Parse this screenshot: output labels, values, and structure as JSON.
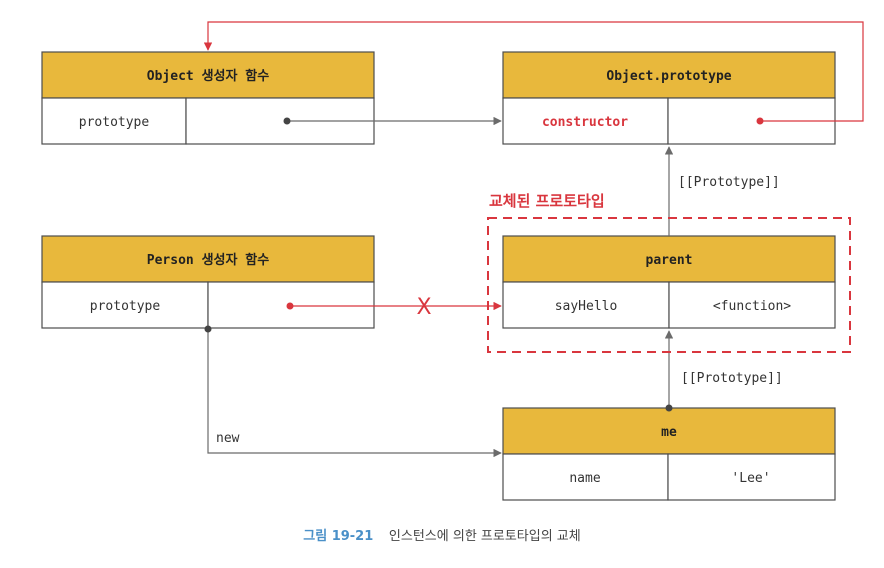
{
  "boxes": {
    "object_ctor": {
      "title": "Object 생성자 함수",
      "cells": [
        "prototype",
        ""
      ]
    },
    "object_proto": {
      "title": "Object.prototype",
      "cells": [
        "constructor",
        ""
      ]
    },
    "person_ctor": {
      "title": "Person 생성자 함수",
      "cells": [
        "prototype",
        ""
      ]
    },
    "parent": {
      "title": "parent",
      "cells": [
        "sayHello",
        "<function>"
      ]
    },
    "me": {
      "title": "me",
      "cells": [
        "name",
        "'Lee'"
      ]
    }
  },
  "labels": {
    "replaced": "교체된 프로토타입",
    "proto_link_upper": "[[Prototype]]",
    "proto_link_lower": "[[Prototype]]",
    "new_edge": "new",
    "broken_mark": "X"
  },
  "caption": {
    "number": "그림 19-21",
    "text": "인스턴스에 의한 프로토타입의 교체"
  },
  "colors": {
    "header_fill": "#e8b83c",
    "accent_red": "#d9363e",
    "caption_blue": "#4a90c8",
    "line_gray": "#6b6b6b"
  }
}
